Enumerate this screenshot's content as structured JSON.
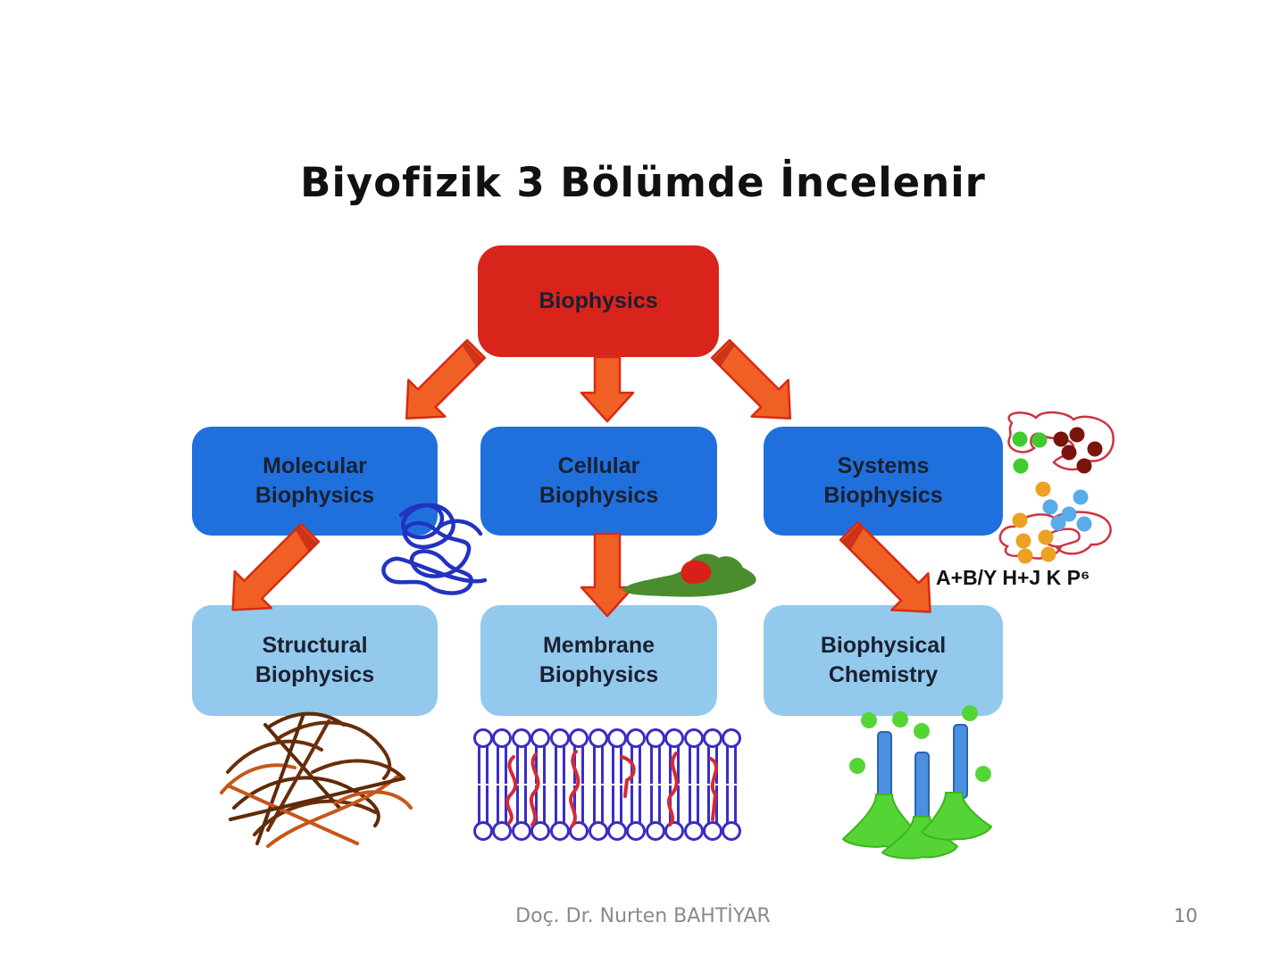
{
  "title": "Biyofizik 3 Bölümde İncelenir",
  "diagram": {
    "root": {
      "label": "Biophysics"
    },
    "columns": [
      {
        "mid": [
          "Molecular",
          "Biophysics"
        ],
        "bottom": [
          "Structural",
          "Biophysics"
        ]
      },
      {
        "mid": [
          "Cellular",
          "Biophysics"
        ],
        "bottom": [
          "Membrane",
          "Biophysics"
        ]
      },
      {
        "mid": [
          "Systems",
          "Biophysics"
        ],
        "bottom": [
          "Biophysical",
          "Chemistry"
        ]
      }
    ],
    "annotation": "A+B/Y H+J K P⁶",
    "illustrations": [
      "unfolded-protein-squiggle",
      "cell-with-nucleus",
      "molecular-network-loops-with-dots",
      "collagen-fiber-mesh",
      "lipid-bilayer-membrane",
      "receptor-ligand-binding"
    ]
  },
  "colors": {
    "root_box": "#d9241c",
    "mid_box": "#1f70dd",
    "bottom_box": "#92c9ec",
    "box_text": "#1b2030",
    "arrow_fill": "#f06024",
    "arrow_outline": "#d92a12",
    "protein_blue": "#2233c0",
    "cell_green": "#4a8c2e",
    "nucleus_red": "#d92018",
    "loop_red": "#cc3344",
    "fiber_brown": "#5f2a08",
    "fiber_orange": "#c8551a",
    "membrane_indigo": "#3a2ec2",
    "membrane_protein_red": "#d42a35",
    "receptor_green": "#55d535",
    "receptor_rod_blue": "#4a90e0",
    "footer_gray": "#8a8a8a"
  },
  "footer": {
    "author": "Doç. Dr. Nurten BAHTİYAR",
    "page_number": "10"
  }
}
